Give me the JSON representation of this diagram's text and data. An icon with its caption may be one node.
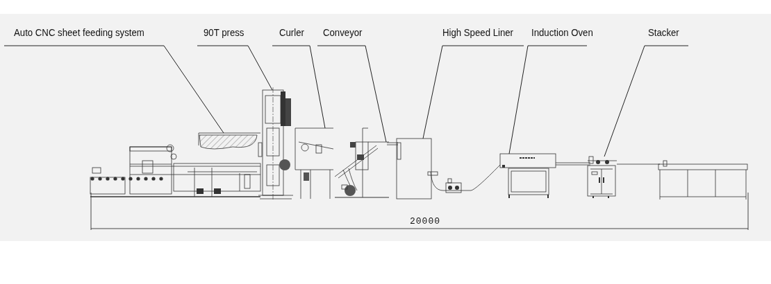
{
  "diagram": {
    "nodes": [
      {
        "text": [
          "Auto CNC sheet feeding system"
        ]
      },
      {
        "text": [
          "90T press"
        ]
      },
      {
        "text": [
          "Curler"
        ]
      },
      {
        "text": [
          "Conveyor"
        ]
      },
      {
        "text": [
          "High Speed Liner"
        ]
      },
      {
        "text": [
          "Induction Oven"
        ]
      },
      {
        "text": [
          "Stacker"
        ]
      },
      {
        "text": [],
        "shape": "picture"
      },
      {
        "text": [],
        "shape": "picture"
      },
      {
        "text": [],
        "shape": "picture"
      },
      {
        "text": [],
        "shape": "picture"
      },
      {
        "text": [],
        "shape": "picture"
      },
      {
        "text": [],
        "shape": "picture"
      },
      {
        "text": [],
        "shape": "picture"
      }
    ],
    "edges": [
      {
        "from": 0,
        "to": 7,
        "arrow": "none"
      },
      {
        "from": 1,
        "to": 8,
        "arrow": "none"
      },
      {
        "from": 2,
        "to": 9,
        "arrow": "none"
      },
      {
        "from": 3,
        "to": 10,
        "arrow": "none"
      },
      {
        "from": 4,
        "to": 11,
        "arrow": "none"
      },
      {
        "from": 5,
        "to": 12,
        "arrow": "none"
      },
      {
        "from": 6,
        "to": 13,
        "arrow": "none"
      }
    ],
    "labels": [
      "20000"
    ]
  }
}
